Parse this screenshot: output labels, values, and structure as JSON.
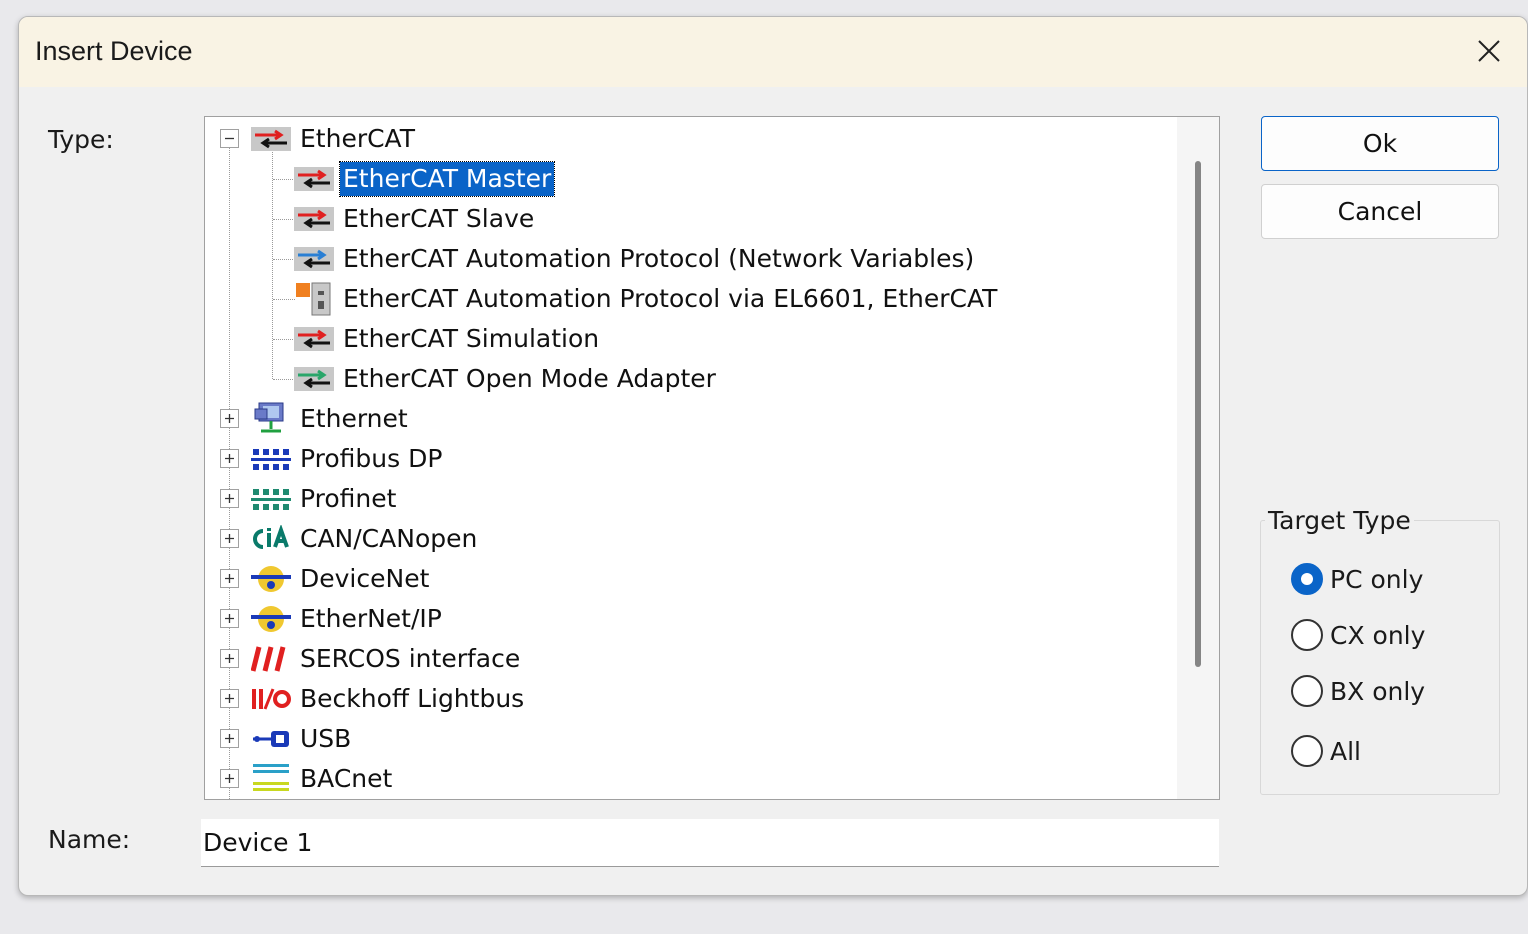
{
  "dialog": {
    "title": "Insert Device",
    "type_label": "Type:",
    "name_label": "Name:",
    "name_value": "Device 1",
    "ok_label": "Ok",
    "cancel_label": "Cancel"
  },
  "tree": {
    "root": {
      "label": "EtherCAT",
      "expanded": true,
      "icon": "ethercat-icon"
    },
    "children": [
      {
        "label": "EtherCAT Master",
        "icon": "ethercat-red-icon",
        "selected": true
      },
      {
        "label": "EtherCAT Slave",
        "icon": "ethercat-red-icon"
      },
      {
        "label": "EtherCAT Automation Protocol (Network Variables)",
        "icon": "ethercat-blue-icon"
      },
      {
        "label": "EtherCAT Automation Protocol via EL6601, EtherCAT",
        "icon": "terminal-icon"
      },
      {
        "label": "EtherCAT Simulation",
        "icon": "ethercat-red-icon"
      },
      {
        "label": "EtherCAT Open Mode Adapter",
        "icon": "ethercat-green-icon"
      }
    ],
    "collapsed": [
      {
        "label": "Ethernet",
        "icon": "ethernet-icon"
      },
      {
        "label": "Profibus DP",
        "icon": "profibus-icon"
      },
      {
        "label": "Profinet",
        "icon": "profinet-icon"
      },
      {
        "label": "CAN/CANopen",
        "icon": "cia-icon"
      },
      {
        "label": "DeviceNet",
        "icon": "devicenet-icon"
      },
      {
        "label": "EtherNet/IP",
        "icon": "ethernetip-icon"
      },
      {
        "label": "SERCOS interface",
        "icon": "sercos-icon"
      },
      {
        "label": "Beckhoff Lightbus",
        "icon": "lightbus-icon"
      },
      {
        "label": "USB",
        "icon": "usb-icon"
      },
      {
        "label": "BACnet",
        "icon": "bacnet-icon"
      }
    ]
  },
  "target_type": {
    "title": "Target Type",
    "options": [
      {
        "label": "PC only",
        "checked": true
      },
      {
        "label": "CX only",
        "checked": false
      },
      {
        "label": "BX only",
        "checked": false
      },
      {
        "label": "All",
        "checked": false
      }
    ]
  },
  "colors": {
    "selection": "#0a64c8",
    "titlebar": "#f9f3e4",
    "ethercat_red": "#e02020",
    "eap_blue": "#2a7fd4",
    "open_mode_green": "#2aa66a"
  }
}
